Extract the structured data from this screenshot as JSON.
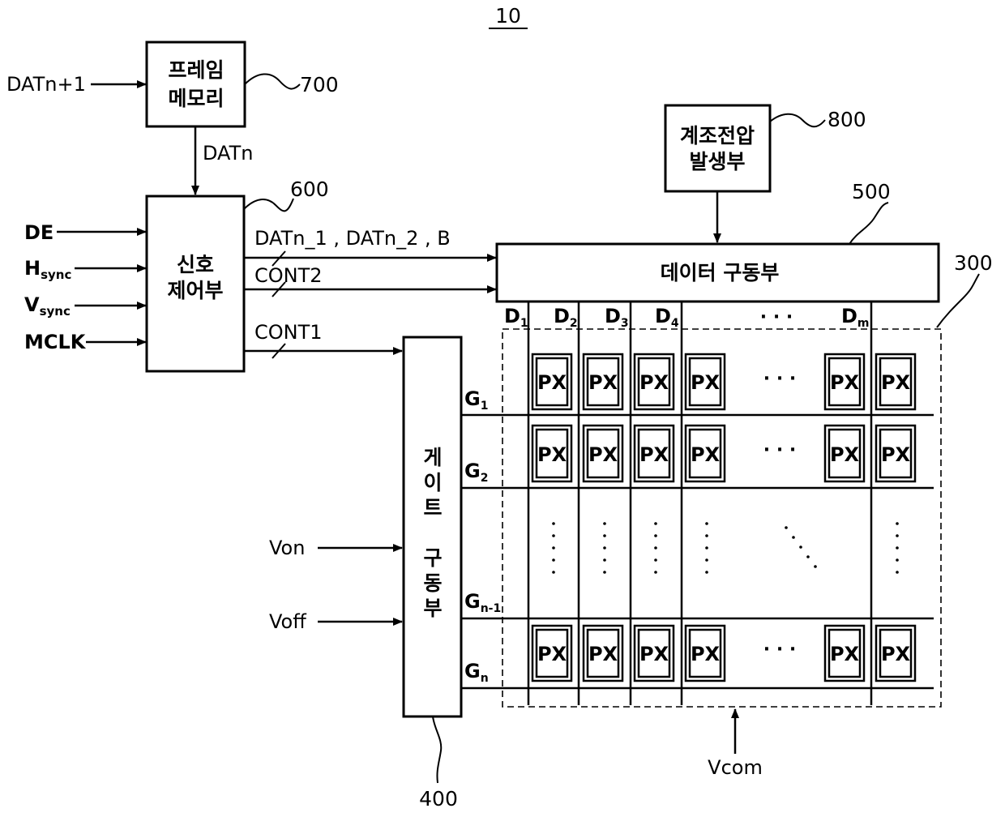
{
  "figure_number": "10",
  "references": {
    "frame_memory": "700",
    "signal_controller": "600",
    "gamma_voltage_generator": "800",
    "data_driver": "500",
    "display_panel": "300",
    "gate_driver": "400"
  },
  "blocks": {
    "frame_memory": [
      "프레임",
      "메모리"
    ],
    "signal_controller": [
      "신호",
      "제어부"
    ],
    "gamma_voltage_generator": [
      "계조전압",
      "발생부"
    ],
    "data_driver": "데이터 구동부",
    "gate_driver": [
      "게",
      "이",
      "트",
      "구",
      "동",
      "부"
    ]
  },
  "inputs": {
    "frame_input": "DATn+1",
    "frame_output": "DATn",
    "de": "DE",
    "hsync_main": "H",
    "hsync_sub": "sync",
    "vsync_main": "V",
    "vsync_sub": "sync",
    "mclk": "MCLK",
    "von": "Von",
    "voff": "Voff",
    "vcom": "Vcom"
  },
  "signals": {
    "data_bus": "DATn_1 , DATn_2 , B",
    "cont2": "CONT2",
    "cont1": "CONT1"
  },
  "data_lines": [
    {
      "main": "D",
      "sub": "1"
    },
    {
      "main": "D",
      "sub": "2"
    },
    {
      "main": "D",
      "sub": "3"
    },
    {
      "main": "D",
      "sub": "4"
    },
    {
      "main": "D",
      "sub": "m"
    }
  ],
  "data_lines_ellipsis": "· · ·",
  "gate_lines": [
    {
      "main": "G",
      "sub": "1"
    },
    {
      "main": "G",
      "sub": "2"
    },
    {
      "main": "G",
      "sub": "n-1"
    },
    {
      "main": "G",
      "sub": "n"
    }
  ],
  "pixel_label": "PX",
  "row_ellipsis": "· · ·"
}
